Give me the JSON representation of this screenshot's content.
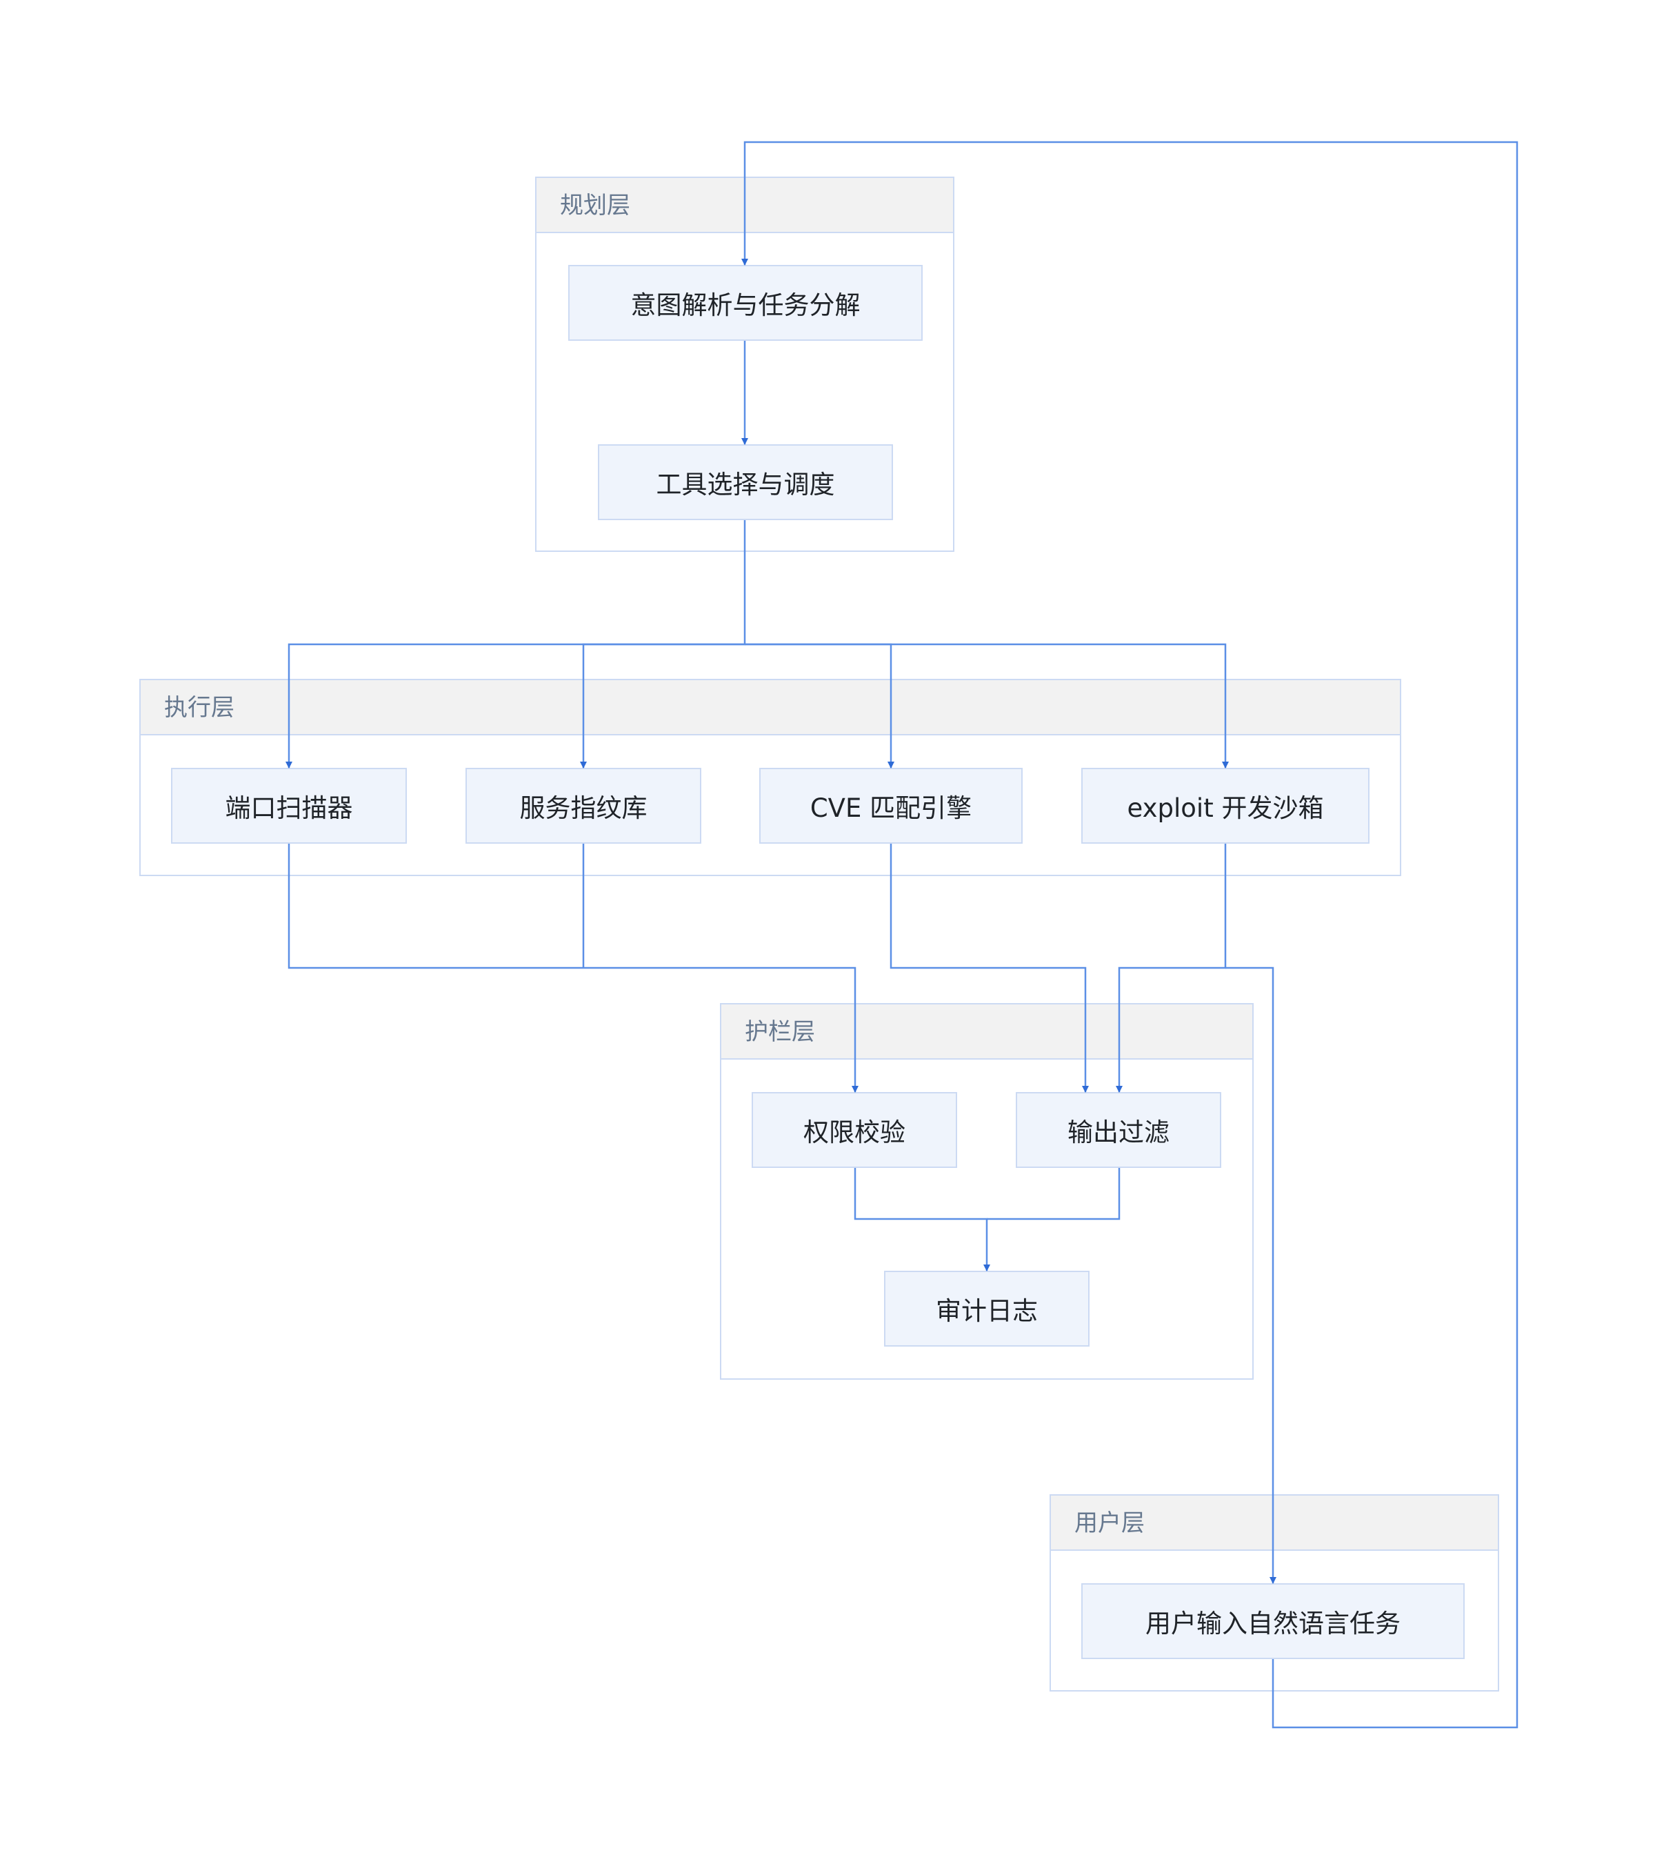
{
  "groups": {
    "planning": {
      "title": "规划层"
    },
    "execution": {
      "title": "执行层"
    },
    "guardrail": {
      "title": "护栏层"
    },
    "user": {
      "title": "用户层"
    }
  },
  "nodes": {
    "intent_parse": "意图解析与任务分解",
    "tool_select": "工具选择与调度",
    "port_scanner": "端口扫描器",
    "service_fingerprint": "服务指纹库",
    "cve_match": "CVE 匹配引擎",
    "exploit_sandbox": "exploit 开发沙箱",
    "permission_check": "权限校验",
    "output_filter": "输出过滤",
    "audit_log": "审计日志",
    "user_input": "用户输入自然语言任务"
  },
  "edges": [
    {
      "from": "user_input",
      "to": "intent_parse"
    },
    {
      "from": "intent_parse",
      "to": "tool_select"
    },
    {
      "from": "tool_select",
      "to": "port_scanner"
    },
    {
      "from": "tool_select",
      "to": "service_fingerprint"
    },
    {
      "from": "tool_select",
      "to": "cve_match"
    },
    {
      "from": "tool_select",
      "to": "exploit_sandbox"
    },
    {
      "from": "port_scanner",
      "to": "permission_check"
    },
    {
      "from": "service_fingerprint",
      "to": "permission_check"
    },
    {
      "from": "cve_match",
      "to": "output_filter"
    },
    {
      "from": "exploit_sandbox",
      "to": "output_filter"
    },
    {
      "from": "exploit_sandbox",
      "to": "user_input"
    },
    {
      "from": "permission_check",
      "to": "audit_log"
    },
    {
      "from": "output_filter",
      "to": "audit_log"
    }
  ],
  "colors": {
    "edge": "#5b8fe6",
    "arrow": "#2f6bd6",
    "node_fill": "#eff4fc",
    "node_border": "#ccdaf3",
    "group_header": "#f2f2f2",
    "group_title": "#66788f",
    "text": "#1f2328"
  }
}
